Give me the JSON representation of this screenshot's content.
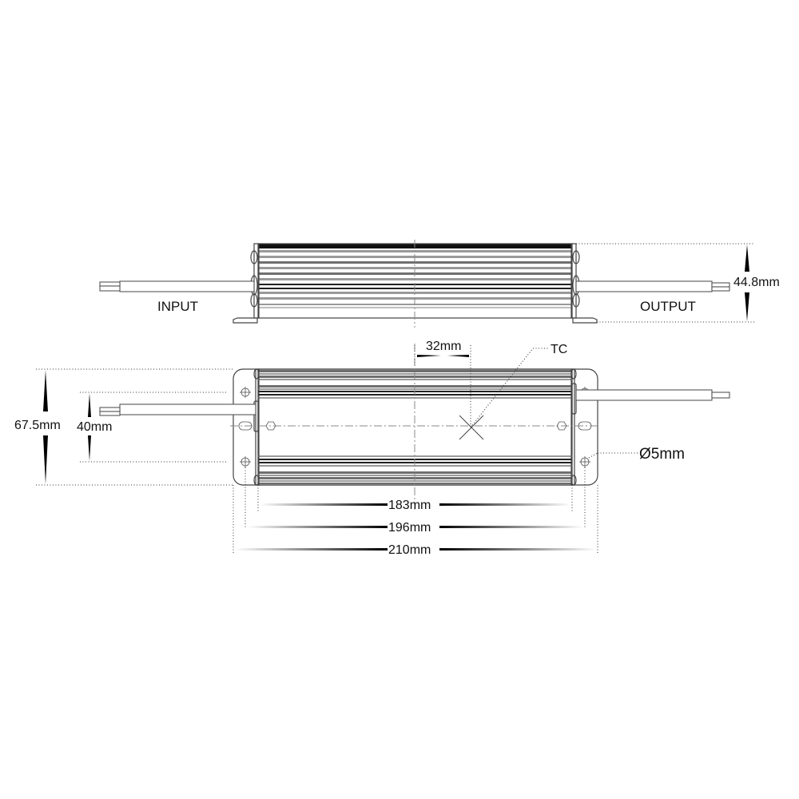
{
  "top_view": {
    "input_label": "INPUT",
    "output_label": "OUTPUT",
    "height_dim": "44.8mm"
  },
  "bottom_view": {
    "tc_label": "TC",
    "tc_offset_dim": "32mm",
    "overall_width_dim": "67.5mm",
    "mount_spacing_dim": "40mm",
    "hole_diameter_dim": "Ø5mm",
    "body_length_dim": "183mm",
    "mount_hole_spacing_dim": "196mm",
    "overall_length_dim": "210mm"
  },
  "colors": {
    "line": "#444444",
    "fin_dark": "#6f6f6f",
    "text": "#111111"
  }
}
